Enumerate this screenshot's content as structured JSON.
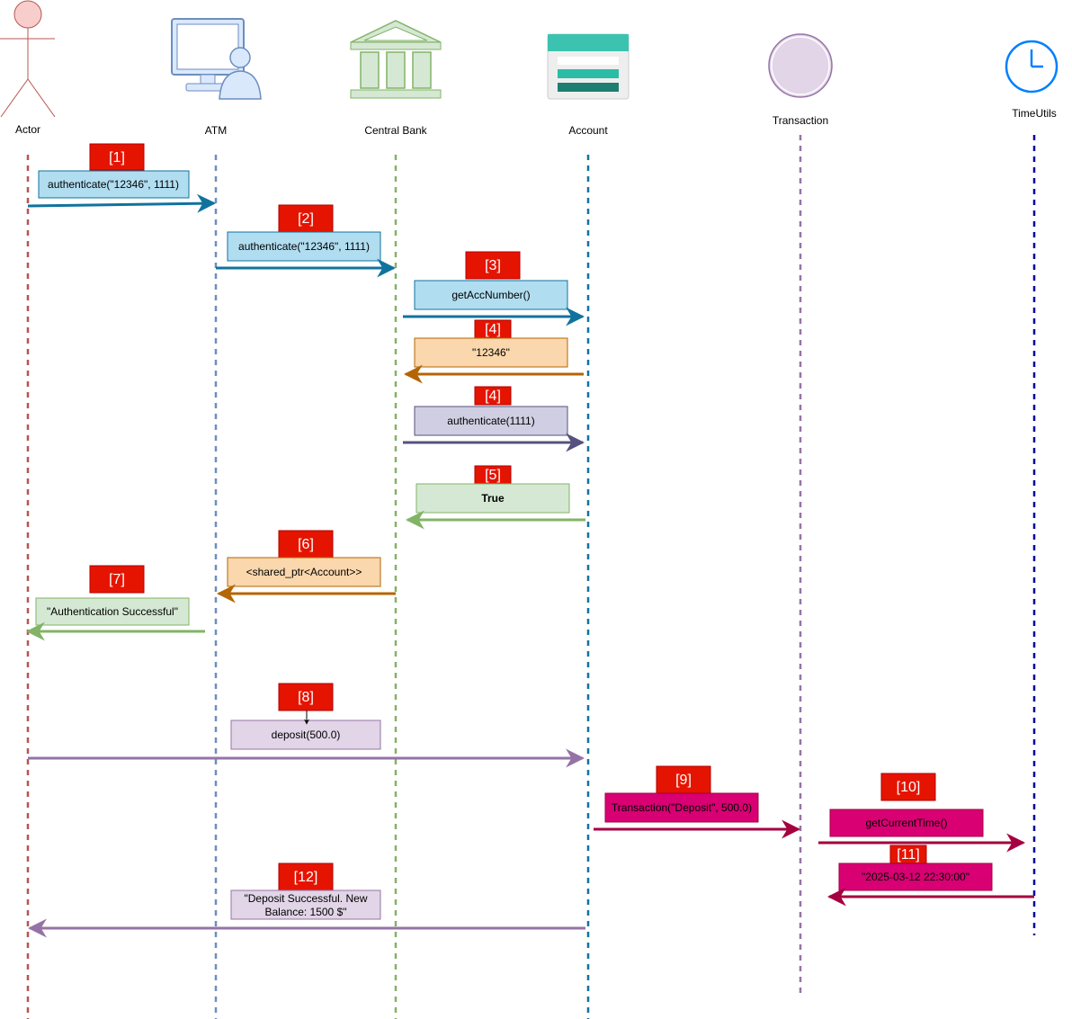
{
  "participants": [
    {
      "id": "actor",
      "label": "Actor",
      "icon": "stick-figure-actor-icon",
      "line_color": "#b85450"
    },
    {
      "id": "atm",
      "label": "ATM",
      "icon": "computer-user-icon",
      "line_color": "#6c8ebf"
    },
    {
      "id": "bank",
      "label": "Central Bank",
      "icon": "bank-building-icon",
      "line_color": "#82b366"
    },
    {
      "id": "account",
      "label": "Account",
      "icon": "account-storage-icon",
      "line_color": "#10739e"
    },
    {
      "id": "transaction",
      "label": "Transaction",
      "icon": "circle-entity-icon",
      "line_color": "#9673a6"
    },
    {
      "id": "timeutils",
      "label": "TimeUtils",
      "icon": "clock-icon",
      "line_color": "#0000a0"
    }
  ],
  "messages": [
    {
      "step": "[1]",
      "text": "authenticate(\"12346\", 1111)",
      "fill": "#b1ddf0",
      "stroke": "#10739e",
      "arrow": "#10739e"
    },
    {
      "step": "[2]",
      "text": "authenticate(\"12346\", 1111)",
      "fill": "#b1ddf0",
      "stroke": "#10739e",
      "arrow": "#10739e"
    },
    {
      "step": "[3]",
      "text": "getAccNumber()",
      "fill": "#b1ddf0",
      "stroke": "#10739e",
      "arrow": "#10739e"
    },
    {
      "step": "[4]",
      "text": "\"12346\"",
      "fill": "#fad7ac",
      "stroke": "#b46504",
      "arrow": "#b46504"
    },
    {
      "step": "[4]",
      "text": "authenticate(1111)",
      "fill": "#d0cee2",
      "stroke": "#56517e",
      "arrow": "#56517e"
    },
    {
      "step": "[5]",
      "text": "True",
      "fill": "#d5e8d4",
      "stroke": "#82b366",
      "arrow": "#82b366",
      "bold": true
    },
    {
      "step": "[6]",
      "text": "<shared_ptr<Account>>",
      "fill": "#fad7ac",
      "stroke": "#b46504",
      "arrow": "#b46504"
    },
    {
      "step": "[7]",
      "text": "\"Authentication Successful\"",
      "fill": "#d5e8d4",
      "stroke": "#82b366",
      "arrow": "#82b366"
    },
    {
      "step": "[8]",
      "text": "deposit(500.0)",
      "fill": "#e1d5e7",
      "stroke": "#9673a6",
      "arrow": "#9673a6"
    },
    {
      "step": "[9]",
      "text": "Transaction(\"Deposit\", 500.0)",
      "fill": "#d80073",
      "stroke": "#a50040",
      "arrow": "#a50040"
    },
    {
      "step": "[10]",
      "text": "getCurrentTime()",
      "fill": "#d80073",
      "stroke": "#a50040",
      "arrow": "#a50040"
    },
    {
      "step": "[11]",
      "text": "\"2025-03-12 22:30:00\"",
      "fill": "#d80073",
      "stroke": "#a50040",
      "arrow": "#a50040"
    },
    {
      "step": "[12]",
      "text_lines": [
        "\"Deposit Successful. New",
        "Balance: 1500 $\""
      ],
      "fill": "#e1d5e7",
      "stroke": "#9673a6",
      "arrow": "#9673a6"
    }
  ],
  "colors": {
    "step_badge": "#e51400",
    "step_badge_stroke": "#b20000"
  }
}
